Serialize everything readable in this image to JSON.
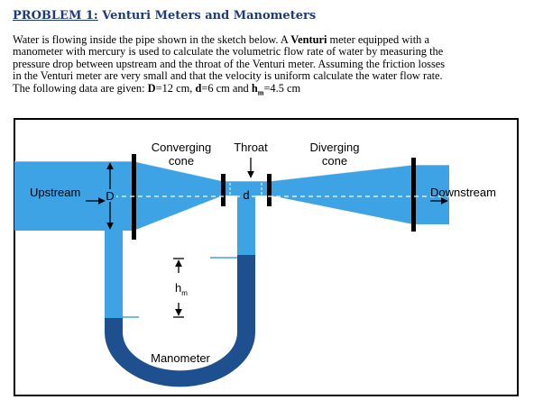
{
  "problem": {
    "number": "PROBLEM 1:",
    "title": "Venturi Meters and Manometers",
    "lines": [
      {
        "pre": "Water is flowing inside the pipe shown in the sketch below. A ",
        "bold": "Venturi",
        "post": " meter equipped with a"
      },
      {
        "pre": "manometer with mercury is used to calculate the volumetric flow rate of water by measuring the"
      },
      {
        "pre": "pressure drop between upstream and the throat of the Venturi meter. Assuming the friction losses"
      },
      {
        "pre": "in the Venturi meter are very small and that the velocity is uniform calculate the water flow rate."
      }
    ],
    "given_prefix": "The following data are given: ",
    "given": {
      "D_label": "D",
      "D_value": "=12 cm, ",
      "d_label": "d",
      "d_value": "=6 cm and ",
      "hm_h": "h",
      "hm_sub": "m",
      "hm_value": "=4.5 cm"
    }
  },
  "diagram": {
    "labels": {
      "converging_line1": "Converging",
      "converging_line2": "cone",
      "throat": "Throat",
      "diverging_line1": "Diverging",
      "diverging_line2": "cone",
      "upstream": "Upstream",
      "downstream": "Downstream",
      "D": "D",
      "d": "d",
      "hm_h": "h",
      "hm_sub": "m",
      "manometer": "Manometer"
    },
    "colors": {
      "water": "#3ea3e4",
      "mercury": "#1e4f8f",
      "border": "#000000"
    }
  }
}
